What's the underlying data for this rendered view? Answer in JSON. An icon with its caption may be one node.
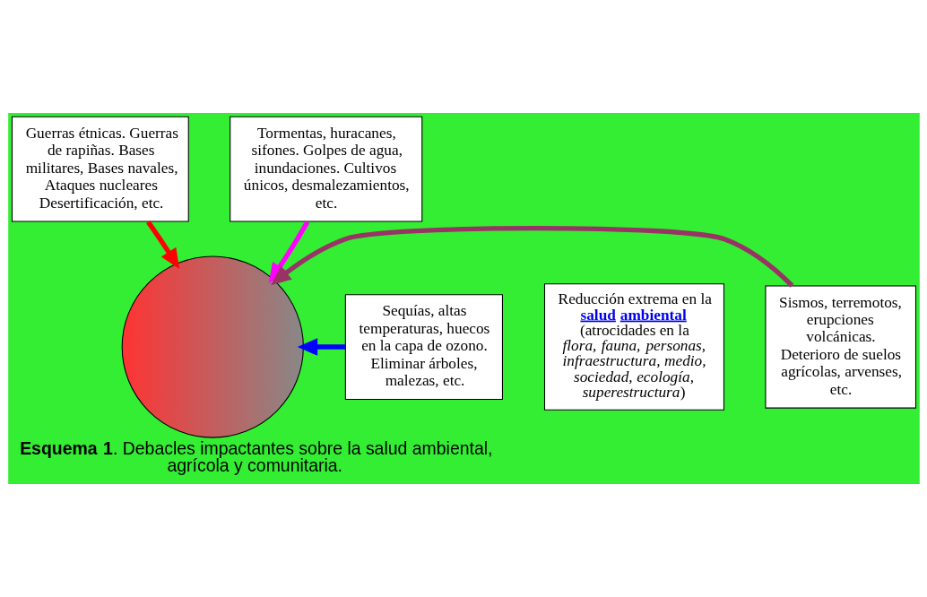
{
  "diagram": {
    "caption": "**Esquema 1**. Debacles impactantes sobre la salud ambiental, agrícola y comunitaria.",
    "nodes": [
      {
        "text": [
          "Guerras étnicas. Guerras de rapiñas. Bases militares, Bases navales, Ataques nucleares Desertificación, etc."
        ]
      },
      {
        "text": [
          "Tormentas, huracanes, sifones. Golpes de agua, inundaciones. Cultivos únicos, desmalezamientos, etc."
        ]
      },
      {
        "text": [],
        "shape": "circle"
      },
      {
        "text": [
          "Reducción extrema en la **salud ambiental** (atrocidades en la *flora, fauna, personas, infraestructura, medio, sociedad, ecología, superestructura*)"
        ]
      },
      {
        "text": [
          "Sequías, altas temperaturas, huecos en la capa de ozono. Eliminar árboles, malezas, etc."
        ]
      },
      {
        "text": [
          "Sismos, terremotos, erupciones volcánicas. Deterioro de suelos agrícolas, arvenses, etc."
        ]
      }
    ],
    "edges": [
      {
        "from": 0,
        "to": 2,
        "arrow": "to",
        "color": "#ff0000"
      },
      {
        "from": 1,
        "to": 2,
        "arrow": "to",
        "color": "#ff00ff"
      },
      {
        "from": 4,
        "to": 2,
        "arrow": "to",
        "color": "#0000ff"
      },
      {
        "from": 5,
        "to": 2,
        "arrow": "to",
        "color": "#993366"
      }
    ]
  }
}
